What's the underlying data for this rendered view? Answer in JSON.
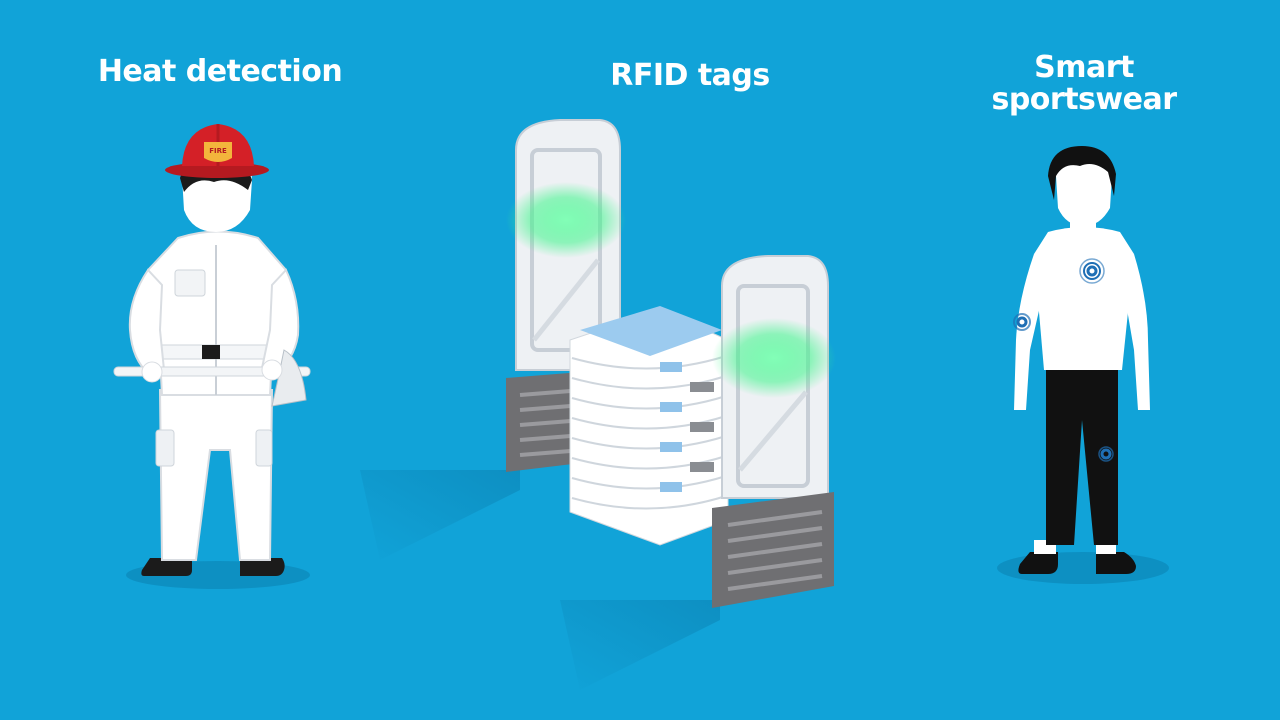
{
  "panels": [
    {
      "title": "Heat detection",
      "figure": "firefighter"
    },
    {
      "title": "RFID tags",
      "figure": "rfid-gates-with-towels"
    },
    {
      "title_lines": [
        "Smart",
        "sportswear"
      ],
      "figure": "person-with-sensors"
    }
  ],
  "helmet_badge": "FIRE",
  "colors": {
    "background": "#11a3d8",
    "figure_white": "#ffffff",
    "helmet_red": "#d42027",
    "badge_gold": "#f3b53c",
    "gate_glow": "#4dff9a",
    "sensor_blue": "#1f6fb5",
    "pants_black": "#111111",
    "gate_base_gray": "#6f6f72"
  },
  "icons": [
    "firefighter-icon",
    "fire-helmet-icon",
    "axe-icon",
    "rfid-gate-icon",
    "towel-stack-icon",
    "person-icon",
    "sensor-ring-icon"
  ]
}
